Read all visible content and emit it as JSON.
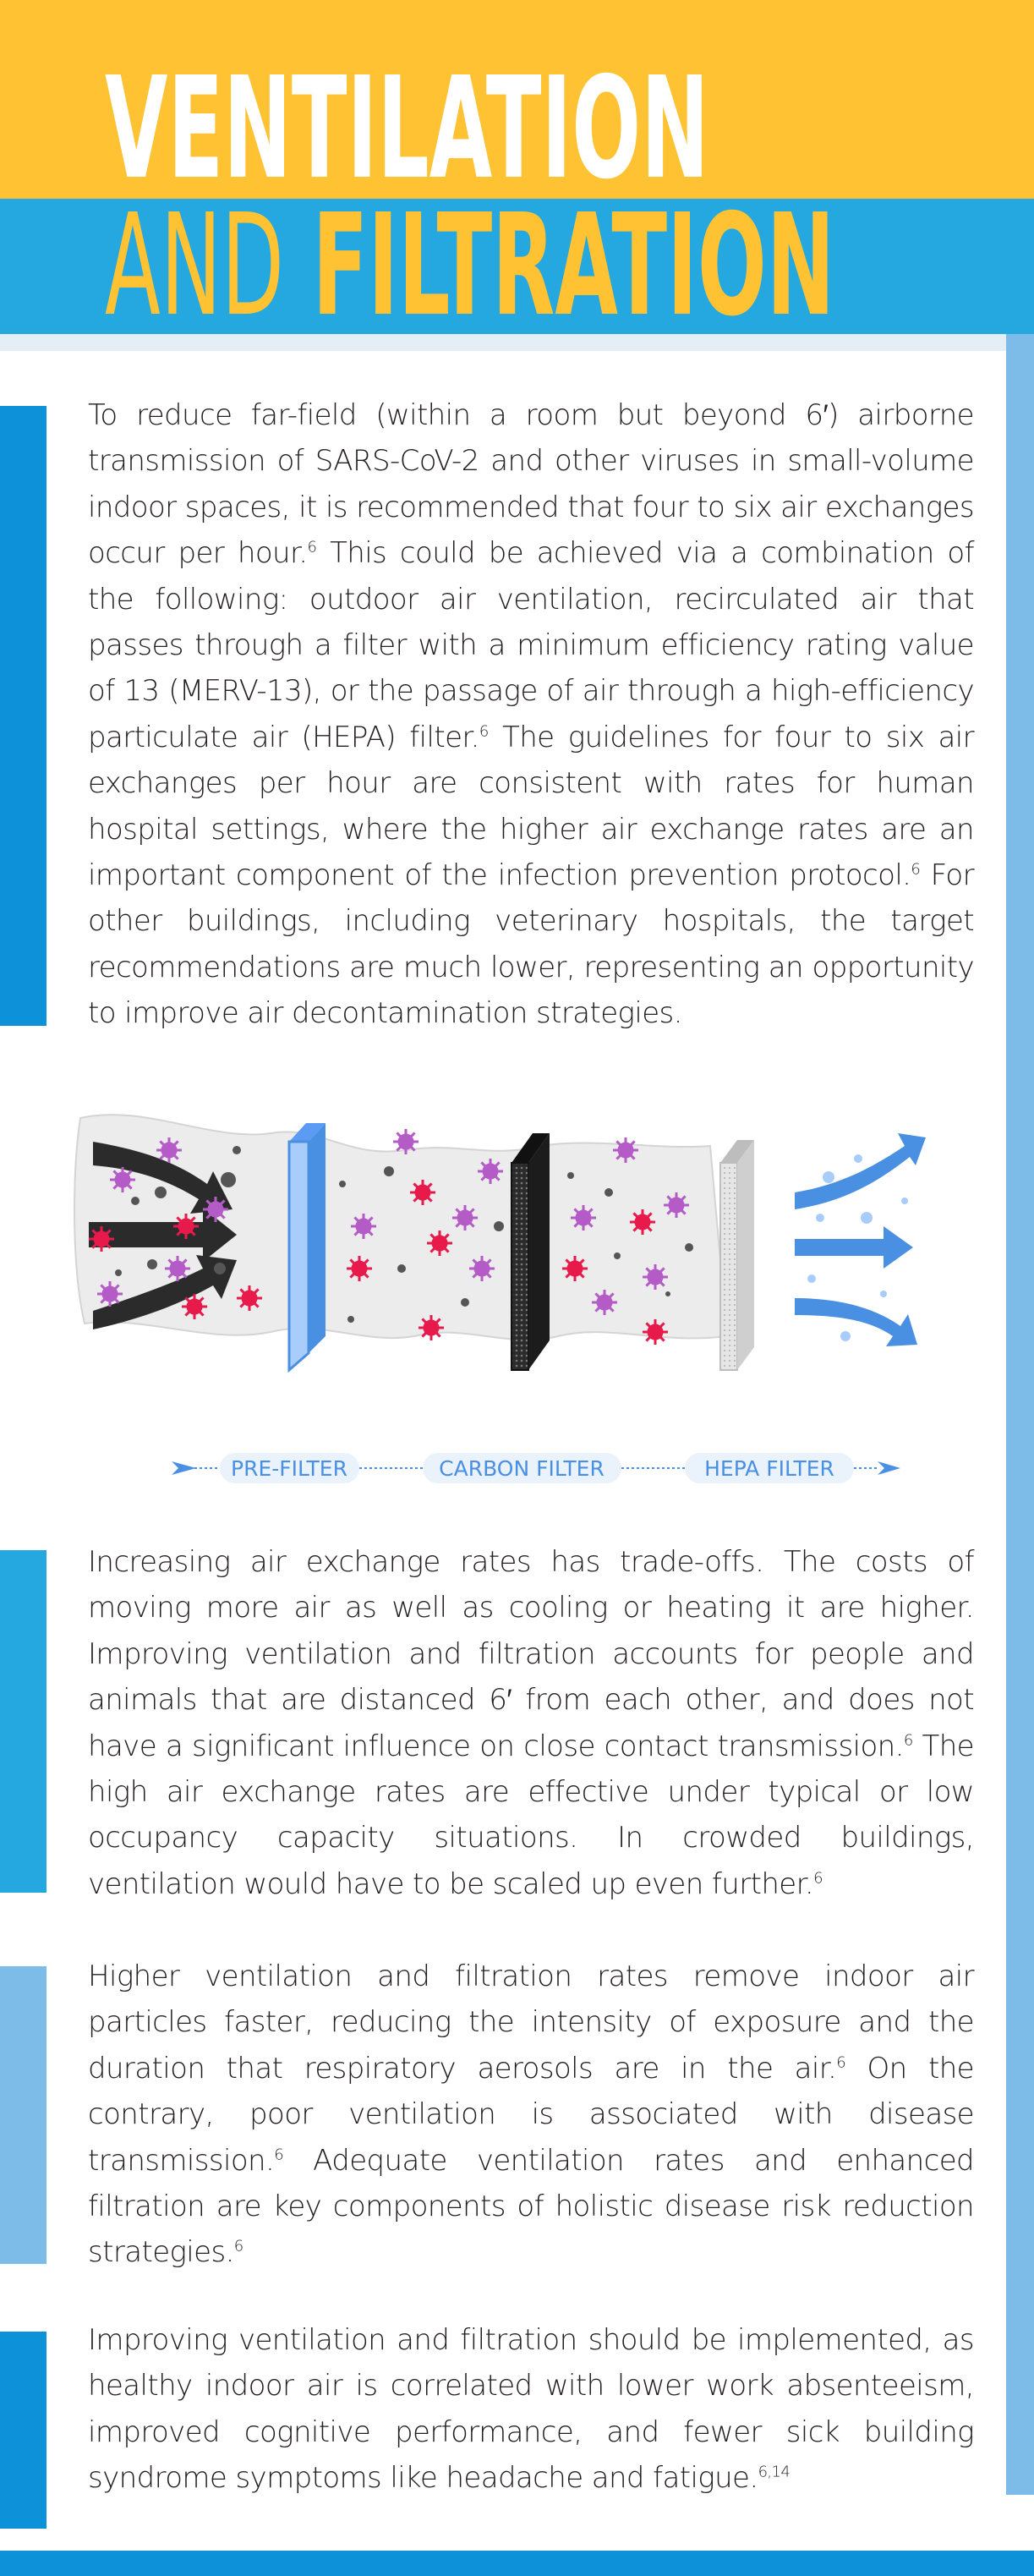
{
  "header": {
    "title_line1": "VENTILATION",
    "title_line2_light": "AND",
    "title_line2_bold": "FILTRATION"
  },
  "paragraphs": [
    {
      "segments": [
        "To reduce far-field (within a room but beyond 6′) airborne transmission of SARS-CoV-2 and other viruses in small-volume indoor spaces, it is recommended that four to six air exchanges occur per hour.",
        " This could be achieved via a combination of the following: outdoor air ventilation, recirculated air that passes through a filter with a minimum efficiency rating value of 13 (MERV-13), or the passage of air through a high-efficiency particulate air (HEPA) filter.",
        " The guidelines for four to six air exchanges per hour are consistent with rates for human hospital settings, where the higher air exchange rates are an important component of the infection prevention protocol.",
        " For other buildings, including veterinary hospitals, the target recommendations are much lower, representing an opportunity to improve air decontamination strategies."
      ],
      "refs": [
        "6",
        "6",
        "6"
      ]
    },
    {
      "segments": [
        "Increasing air exchange rates has trade-offs. The costs of moving more air as well as cooling or heating it are higher. Improving ventilation and filtration accounts for people and animals that are distanced 6′ from each other, and does not have a significant influence on close contact transmission.",
        " The high air exchange rates are effective under typical or low occupancy capacity situations. In crowded buildings, ventilation would have to be scaled up even further."
      ],
      "refs": [
        "6",
        "6"
      ]
    },
    {
      "segments": [
        "Higher ventilation and filtration rates remove indoor air particles faster, reducing the intensity of exposure and the duration that respiratory aerosols are in the air.",
        " On the contrary, poor ventilation is associated with disease transmission.",
        " Adequate ventilation rates and enhanced filtration are key components of holistic disease risk reduction strategies."
      ],
      "refs": [
        "6",
        "6",
        "6"
      ]
    },
    {
      "segments": [
        "Improving ventilation and filtration should be implemented, as healthy indoor air is correlated with lower work absenteeism, improved cognitive performance, and fewer sick building syndrome symptoms like headache and fatigue."
      ],
      "refs": [
        "6,14"
      ]
    }
  ],
  "figure": {
    "labels": [
      "PRE-FILTER",
      "CARBON FILTER",
      "HEPA FILTER"
    ],
    "icons": [
      "air-flow-arrow-icon",
      "virus-particle-icon",
      "filter-panel-icon",
      "clean-air-arrow-icon"
    ]
  },
  "colors": {
    "header_yellow": "#FFC233",
    "header_blue": "#25A8E0",
    "accent_dark_blue": "#0D92D9",
    "accent_light_blue": "#7DBCE8",
    "virus_red": "#E8194B",
    "virus_purple": "#B55BC8",
    "clean_air_blue": "#4A90E2"
  }
}
